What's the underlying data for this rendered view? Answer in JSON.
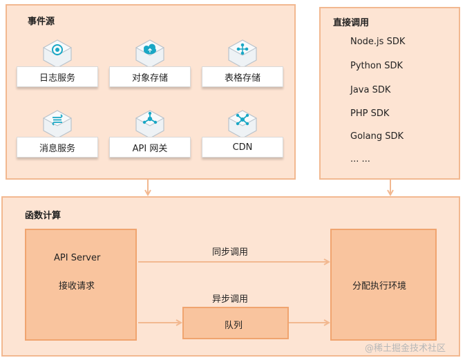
{
  "event_sources": {
    "title": "事件源",
    "items": [
      {
        "label": "日志服务",
        "icon": "log-service-icon"
      },
      {
        "label": "对象存储",
        "icon": "object-storage-icon"
      },
      {
        "label": "表格存储",
        "icon": "table-storage-icon"
      },
      {
        "label": "消息服务",
        "icon": "message-service-icon"
      },
      {
        "label": "API 网关",
        "icon": "api-gateway-icon"
      },
      {
        "label": "CDN",
        "icon": "cdn-icon"
      }
    ]
  },
  "direct_call": {
    "title": "直接调用",
    "items": [
      "Node.js SDK",
      "Python SDK",
      "Java SDK",
      "PHP SDK",
      "Golang SDK",
      "... ..."
    ]
  },
  "function_compute": {
    "title": "函数计算",
    "api_server": {
      "line1": "API Server",
      "line2": "接收请求"
    },
    "queue": "队列",
    "executor": "分配执行环境",
    "sync_label": "同步调用",
    "async_label": "异步调用"
  },
  "watermark": "@稀土掘金技术社区",
  "colors": {
    "panel_fill": "#fde4d3",
    "panel_border": "#f2b890",
    "box_fill": "#f9c49e",
    "box_border": "#f0a46f",
    "arrow": "#f2b890",
    "icon_accent": "#19a7c5"
  }
}
